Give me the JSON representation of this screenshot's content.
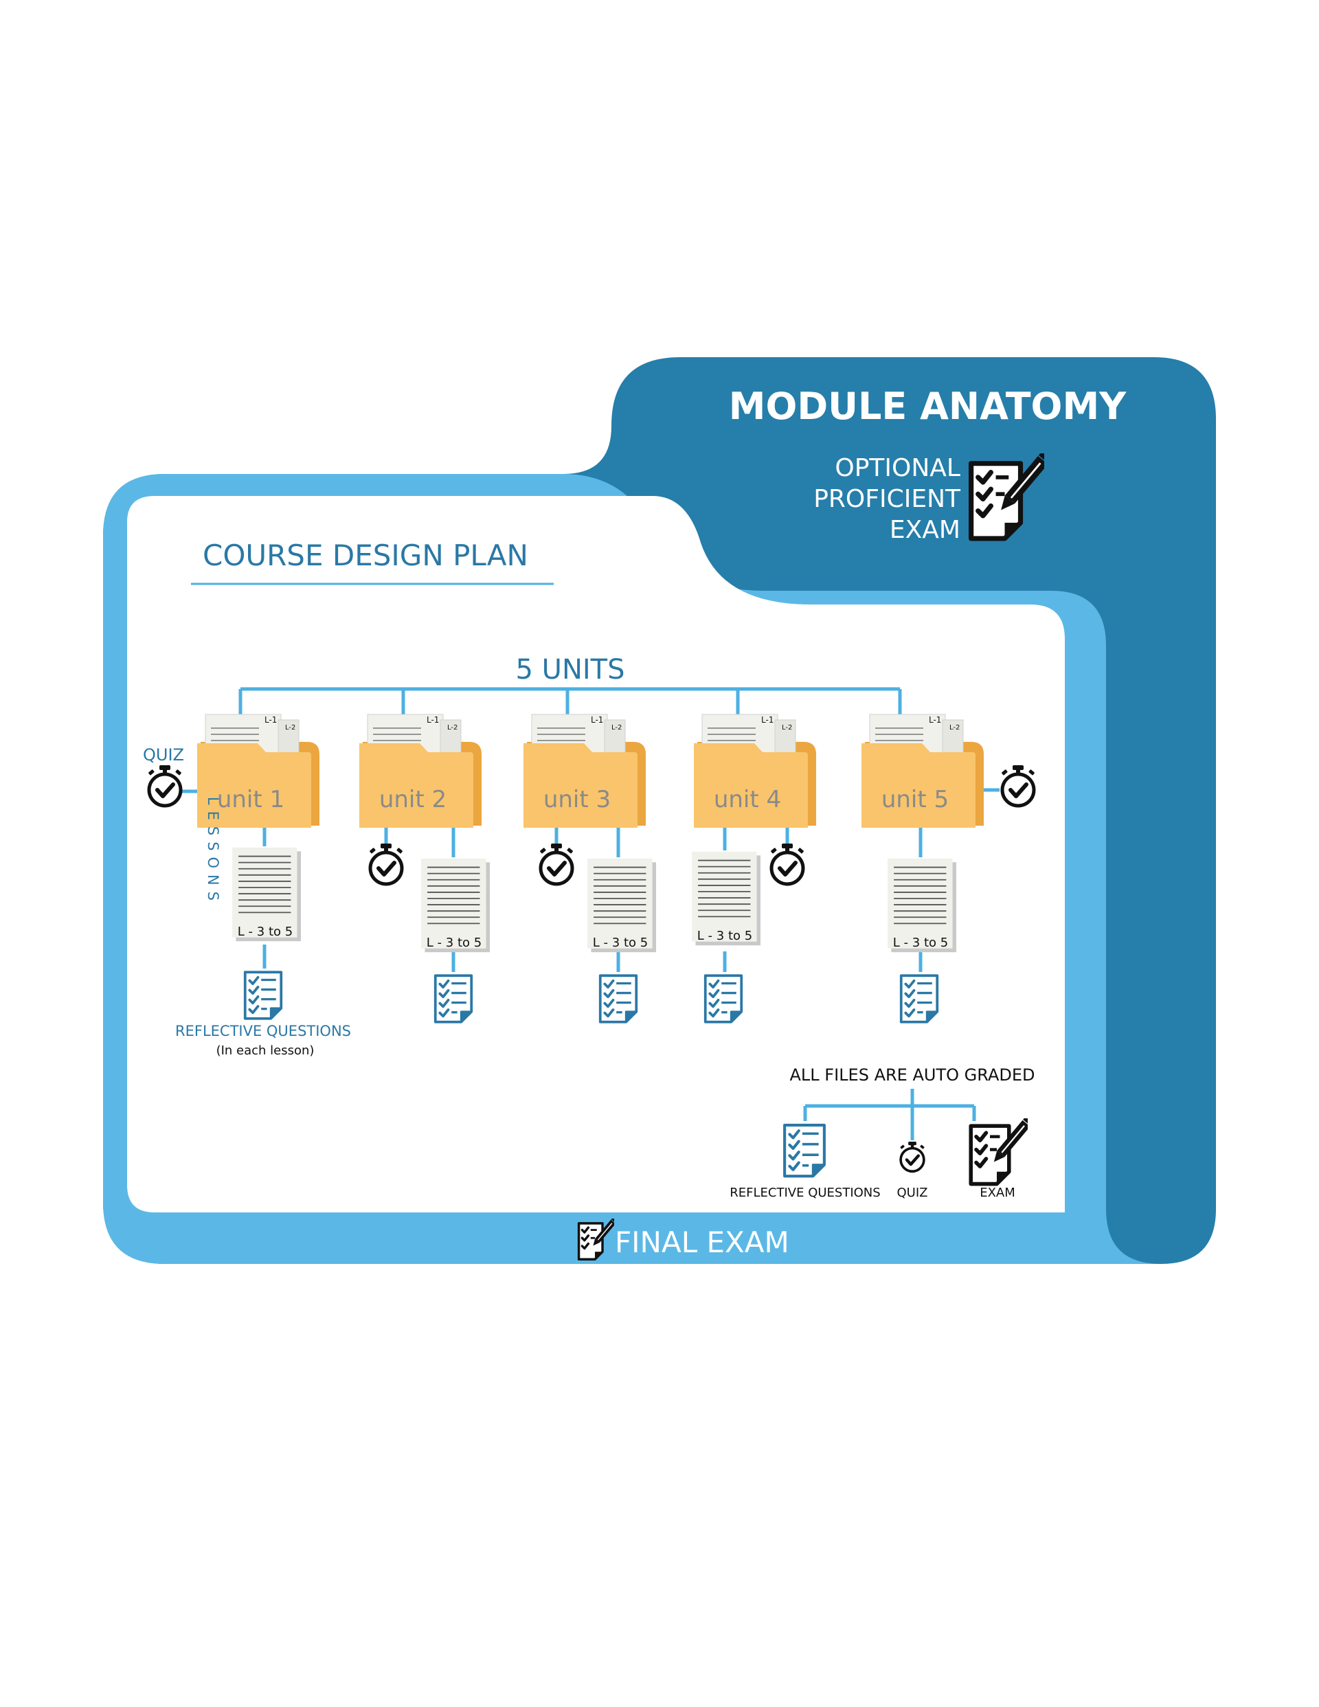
{
  "module": {
    "title": "MODULE ANATOMY",
    "optional_exam_lines": [
      "OPTIONAL",
      "PROFICIENT",
      "EXAM"
    ]
  },
  "plan": {
    "title": "COURSE DESIGN PLAN",
    "units_label": "5 UNITS"
  },
  "units": [
    {
      "label": "unit 1",
      "tab1": "L-1",
      "tab2": "L-2",
      "lessons": "L - 3 to 5"
    },
    {
      "label": "unit 2",
      "tab1": "L-1",
      "tab2": "L-2",
      "lessons": "L - 3 to 5"
    },
    {
      "label": "unit 3",
      "tab1": "L-1",
      "tab2": "L-2",
      "lessons": "L - 3 to 5"
    },
    {
      "label": "unit 4",
      "tab1": "L-1",
      "tab2": "L-2",
      "lessons": "L - 3 to 5"
    },
    {
      "label": "unit 5",
      "tab1": "L-1",
      "tab2": "L-2",
      "lessons": "L - 3 to 5"
    }
  ],
  "labels": {
    "quiz": "QUIZ",
    "lessons_vertical": "LESSONS",
    "reflective": "REFLECTIVE QUESTIONS",
    "in_each_lesson": "(In each lesson)"
  },
  "legend": {
    "title": "ALL FILES ARE AUTO GRADED",
    "items": [
      "REFLECTIVE QUESTIONS",
      "QUIZ",
      "EXAM"
    ]
  },
  "final_exam": "FINAL EXAM",
  "colors": {
    "dark_blue": "#267EAA",
    "light_blue": "#5BB8E6",
    "line_blue": "#4DB0E2",
    "text_blue": "#2A78A6",
    "folder": "#F9C46B",
    "folder_side": "#EBA63F"
  },
  "icons": [
    "stopwatch-check-icon",
    "checklist-document-icon",
    "exam-pencil-icon",
    "folder-icon",
    "lesson-page-icon"
  ]
}
